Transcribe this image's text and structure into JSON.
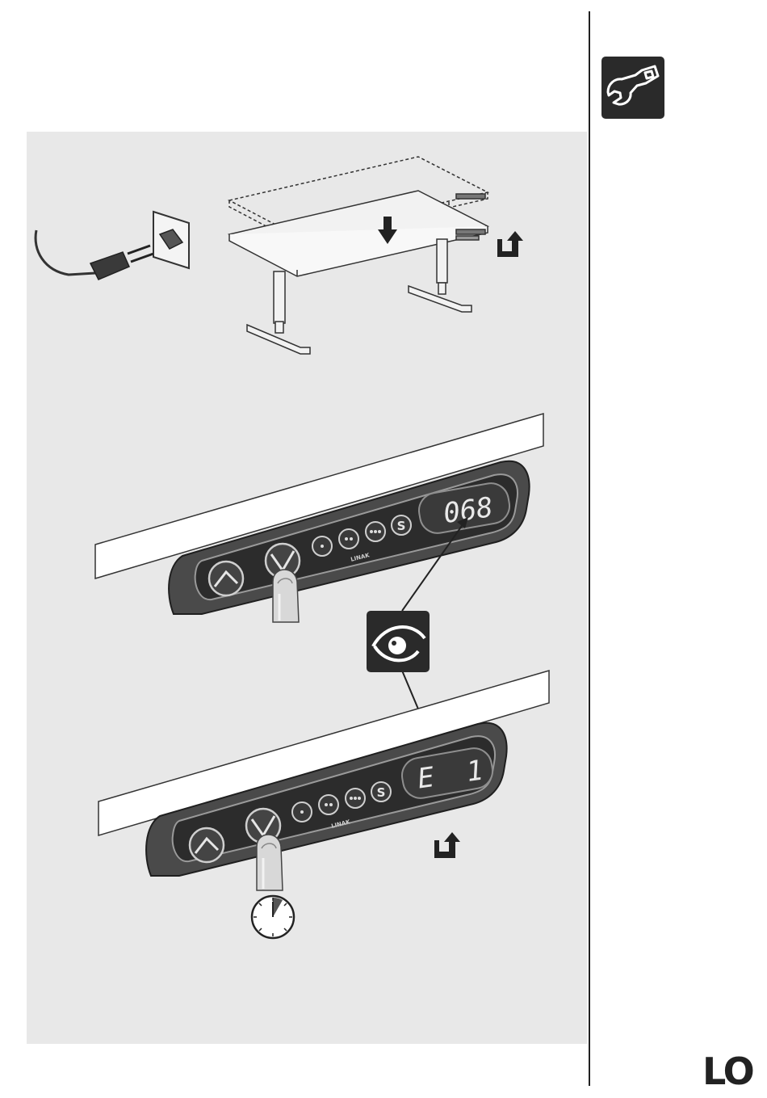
{
  "display_top": {
    "value": "068"
  },
  "display_bottom": {
    "value": "E  1"
  },
  "keypad": {
    "brand": "LINAK"
  },
  "footer": {
    "logo": "LO"
  }
}
